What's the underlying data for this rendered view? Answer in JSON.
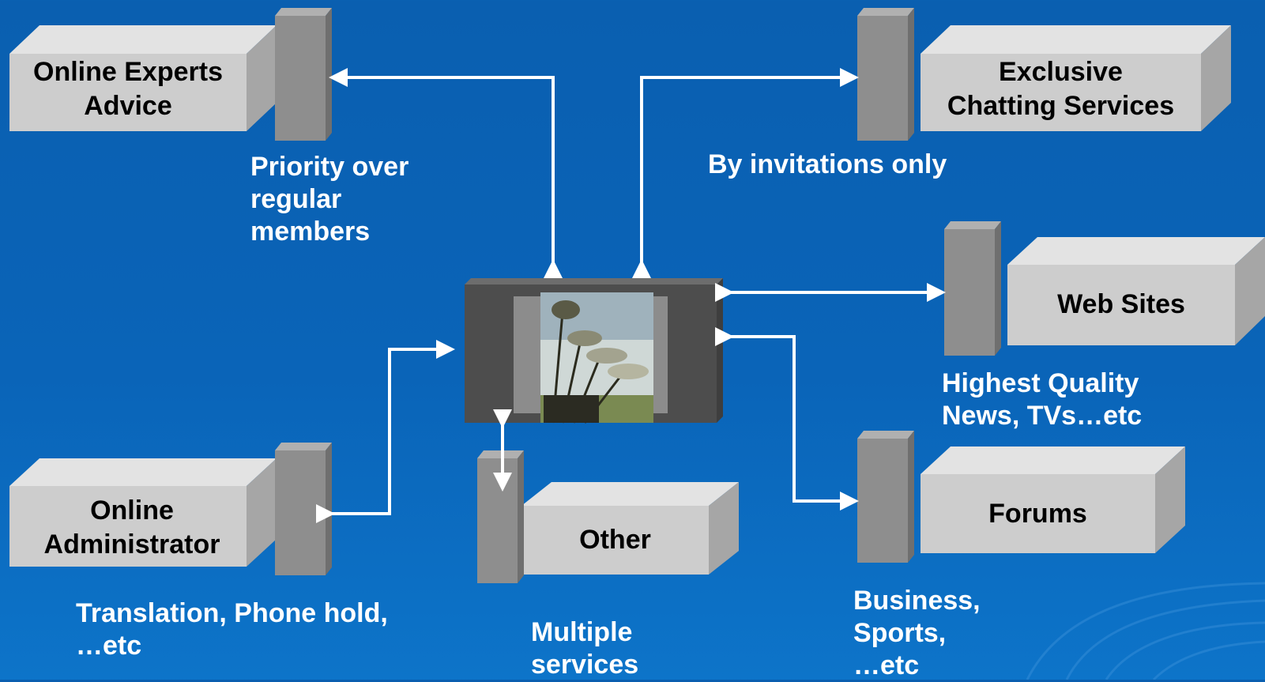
{
  "nodes": {
    "experts": {
      "label": "Online Experts\nAdvice",
      "note": "Priority over\nregular\nmembers"
    },
    "chatting": {
      "label": "Exclusive\nChatting Services",
      "note": "By invitations only"
    },
    "websites": {
      "label": "Web Sites",
      "note": "Highest Quality\nNews, TVs…etc"
    },
    "forums": {
      "label": "Forums",
      "note": "Business,\nSports,\n…etc"
    },
    "admin": {
      "label": "Online\nAdministrator",
      "note": "Translation, Phone hold,\n…etc"
    },
    "other": {
      "label": "Other",
      "note": "Multiple\nservices"
    }
  },
  "colors": {
    "background": "#0a63b6",
    "box_front": "#cfcfcf",
    "box_top": "#e4e4e4",
    "box_side": "#a9a9a9",
    "pillar": "#8f8f8f",
    "arrow": "#ffffff"
  },
  "center_image": "golf-clubs"
}
